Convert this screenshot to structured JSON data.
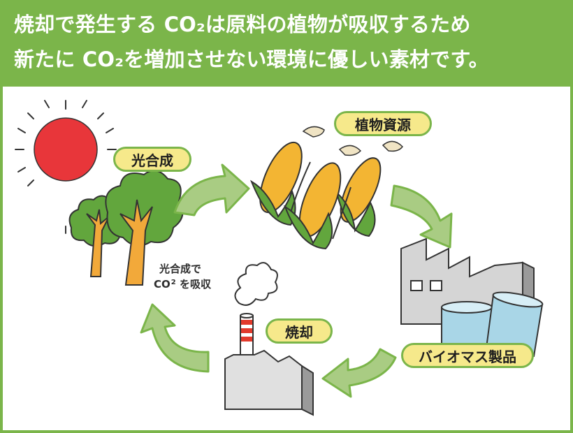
{
  "header": {
    "line1": "焼却で発生する CO₂は原料の植物が吸収するため",
    "line2": "新たに CO₂を増加させない環境に優しい素材です。"
  },
  "labels": {
    "photosynthesis": "光合成",
    "plant_resources": "植物資源",
    "biomass_products": "バイオマス製品",
    "incineration": "焼却"
  },
  "annotation": {
    "line1": "光合成で",
    "co2_prefix": "CO",
    "co2_sub": "2",
    "line2_suffix": "を吸収"
  },
  "colors": {
    "green": "#7bb54a",
    "label_fill": "#f6e98b",
    "sun": "#e8363a",
    "foliage": "#62a63d",
    "trunk": "#f2a93a",
    "corn": "#f3b533",
    "factory_gray": "#d5d5d5",
    "chimney_red": "#e23a2c",
    "container_blue": "#a9d6e7"
  }
}
